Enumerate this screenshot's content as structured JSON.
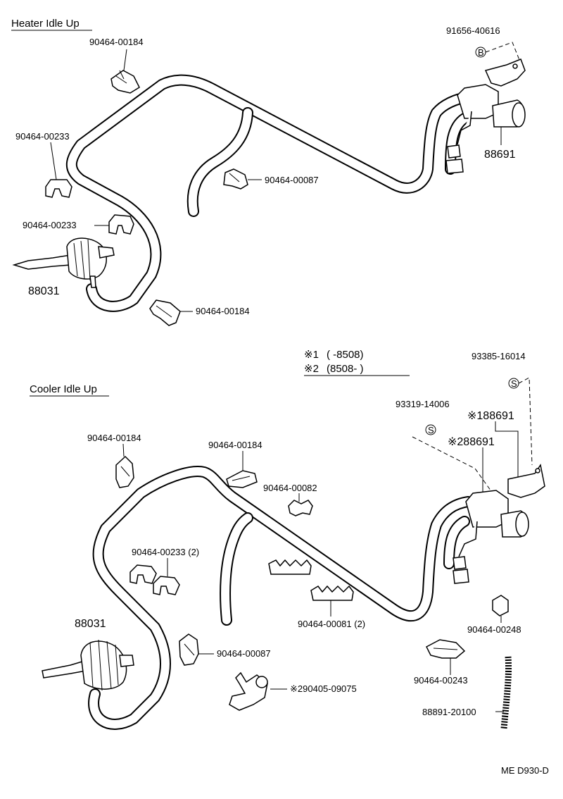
{
  "sections": {
    "heater": {
      "title": "Heater Idle Up"
    },
    "cooler": {
      "title": "Cooler Idle Up"
    }
  },
  "heater_parts": {
    "clamp_top": "90464-00184",
    "clamp_233_a": "90464-00233",
    "clamp_233_b": "90464-00233",
    "actuator": "88031",
    "clamp_087": "90464-00087",
    "clamp_184_low": "90464-00184",
    "bolt": "91656-40616",
    "bolt_mark": "B",
    "vsv": "88691"
  },
  "cooler_parts": {
    "note_1_mark": "※1",
    "note_1_range": "(        -8508)",
    "note_2_mark": "※2",
    "note_2_range": "(8508-        )",
    "screw_a": "93385-16014",
    "screw_a_mark": "S",
    "screw_b": "93319-14006",
    "screw_b_mark": "S",
    "vsv_1": "※188691",
    "vsv_2": "※288691",
    "clamp_184_a": "90464-00184",
    "clamp_184_b": "90464-00184",
    "clamp_082": "90464-00082",
    "clamp_233": "90464-00233 (2)",
    "actuator": "88031",
    "clamp_081": "90464-00081 (2)",
    "clamp_248": "90464-00248",
    "clamp_087": "90464-00087",
    "fitting": "※290405-09075",
    "clamp_243": "90464-00243",
    "tube": "88891-20100"
  },
  "footer": {
    "code": "ME D930-D"
  }
}
